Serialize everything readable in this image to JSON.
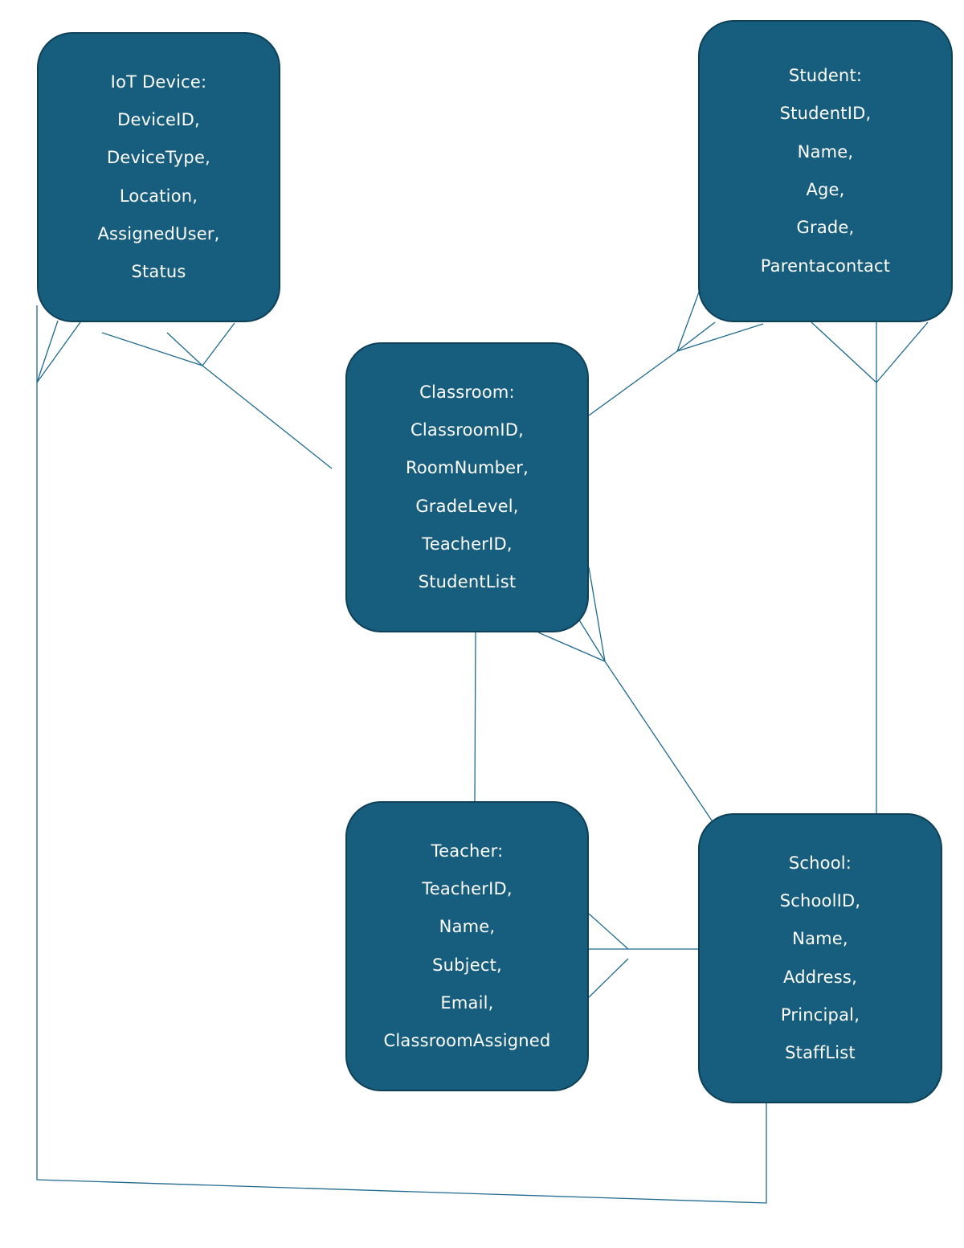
{
  "colors": {
    "entity_fill": "#175e7e",
    "entity_text": "#ffffff",
    "connector": "#1f6a8e",
    "background": "#ffffff"
  },
  "entities": {
    "iot_device": {
      "title": "IoT Device:",
      "fields": [
        "DeviceID,",
        "DeviceType,",
        "Location,",
        "AssignedUser,",
        "Status"
      ]
    },
    "student": {
      "title": "Student:",
      "fields": [
        "StudentID,",
        "Name,",
        "Age,",
        "Grade,",
        "Parentacontact"
      ]
    },
    "classroom": {
      "title": "Classroom:",
      "fields": [
        "ClassroomID,",
        "RoomNumber,",
        "GradeLevel,",
        "TeacherID,",
        "StudentList"
      ]
    },
    "teacher": {
      "title": "Teacher:",
      "fields": [
        "TeacherID,",
        "Name,",
        "Subject,",
        "Email,",
        "ClassroomAssigned"
      ]
    },
    "school": {
      "title": "School:",
      "fields": [
        "SchoolID,",
        "Name,",
        "Address,",
        "Principal,",
        "StaffList"
      ]
    }
  },
  "relationships": [
    {
      "from": "Classroom",
      "to": "IoT Device",
      "end": "many"
    },
    {
      "from": "Classroom",
      "to": "Student",
      "end": "many"
    },
    {
      "from": "Classroom",
      "to": "Teacher",
      "end": "one"
    },
    {
      "from": "School",
      "to": "Classroom",
      "end": "many"
    },
    {
      "from": "School",
      "to": "Teacher",
      "end": "many"
    },
    {
      "from": "School",
      "to": "Student",
      "end": "many"
    },
    {
      "from": "School",
      "to": "IoT Device",
      "end": "many"
    }
  ]
}
